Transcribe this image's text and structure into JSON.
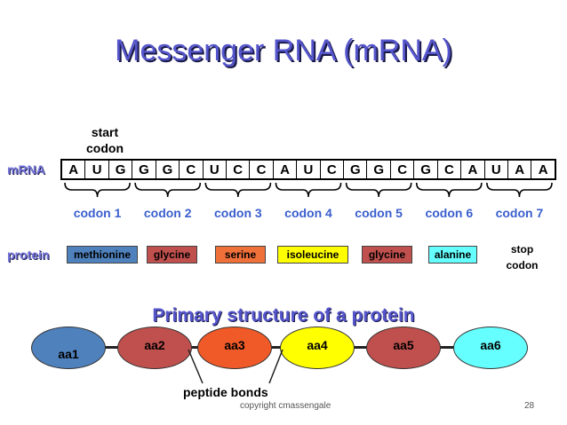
{
  "title": "Messenger RNA (mRNA)",
  "start_codon_label": [
    "start",
    "codon"
  ],
  "mrna_label": "mRNA",
  "protein_label": "protein",
  "nucleotides": [
    "A",
    "U",
    "G",
    "G",
    "G",
    "C",
    "U",
    "C",
    "C",
    "A",
    "U",
    "C",
    "G",
    "G",
    "C",
    "G",
    "C",
    "A",
    "U",
    "A",
    "A"
  ],
  "codons": [
    "codon 1",
    "codon 2",
    "codon 3",
    "codon 4",
    "codon 5",
    "codon 6",
    "codon 7"
  ],
  "amino_acids": [
    {
      "name": "methionine",
      "color": "#4f81bd"
    },
    {
      "name": "glycine",
      "color": "#c0504d"
    },
    {
      "name": "serine",
      "color": "#f0703a"
    },
    {
      "name": "isoleucine",
      "color": "#ffff00"
    },
    {
      "name": "glycine",
      "color": "#c0504d"
    },
    {
      "name": "alanine",
      "color": "#66ffff"
    }
  ],
  "stop_codon_label": [
    "stop",
    "codon"
  ],
  "subtitle": "Primary structure of a protein",
  "chain": [
    {
      "label": "aa1",
      "color": "#4f81bd"
    },
    {
      "label": "aa2",
      "color": "#c0504d"
    },
    {
      "label": "aa3",
      "color": "#f05a28"
    },
    {
      "label": "aa4",
      "color": "#ffff00"
    },
    {
      "label": "aa5",
      "color": "#c0504d"
    },
    {
      "label": "aa6",
      "color": "#66ffff"
    }
  ],
  "peptide_bonds_label": "peptide bonds",
  "footer": {
    "copyright": "copyright cmassengale",
    "page": "28"
  }
}
